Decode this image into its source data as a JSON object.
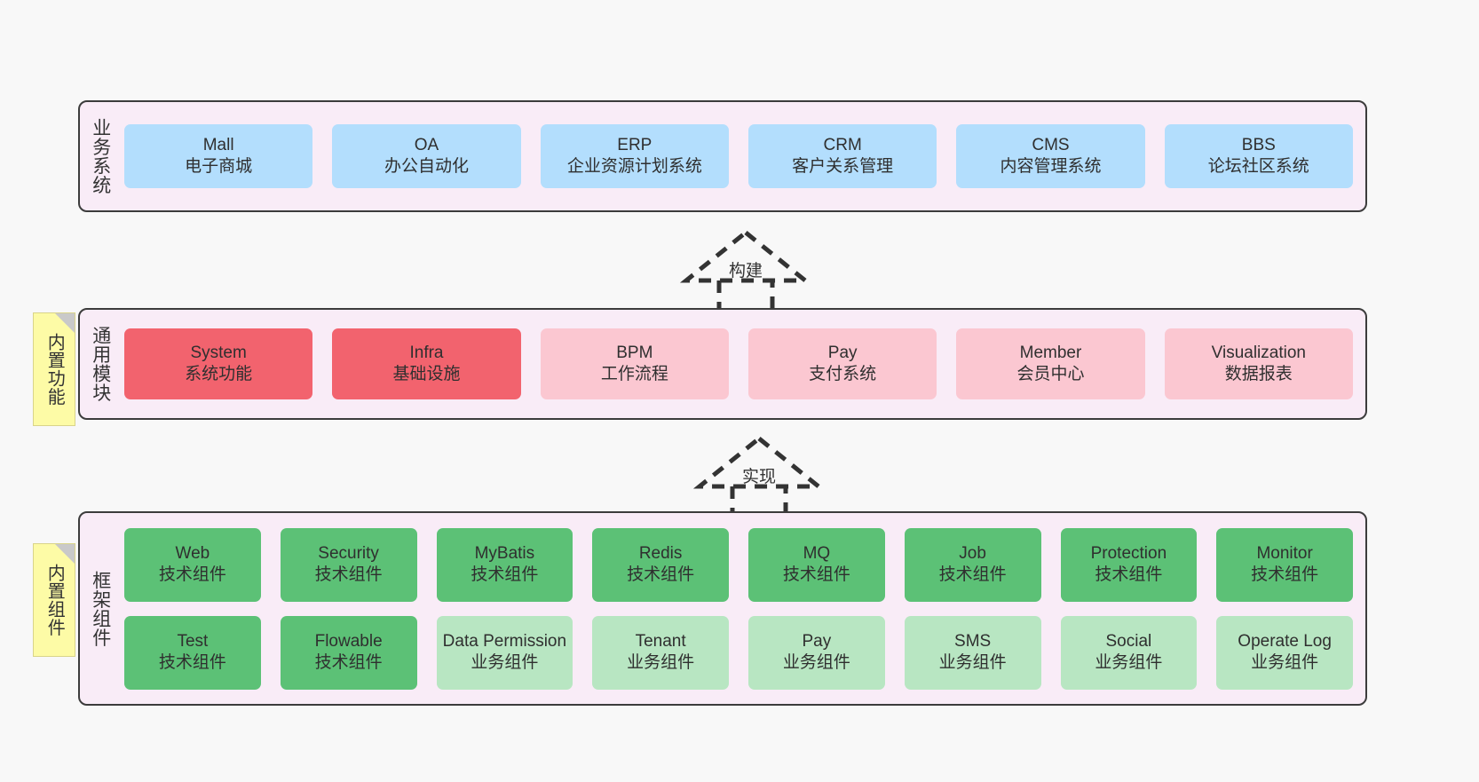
{
  "page": {
    "background": "#f8f8f8",
    "container_bg": "#f9ecf7",
    "container_border": "#3c3c3c"
  },
  "palette": {
    "blue": "#b3defd",
    "red": "#f2636e",
    "pink": "#fbc7d1",
    "green": "#5cc176",
    "green_light": "#b8e6c2",
    "note_yellow": "#fdfba6",
    "note_fold": "#c9c9c9"
  },
  "notes": [
    {
      "id": "builtin-function",
      "text": "内置功能"
    },
    {
      "id": "builtin-component",
      "text": "内置组件"
    }
  ],
  "arrows": [
    {
      "id": "build",
      "label": "构建",
      "style": "dashed-hollow-triangle",
      "direction": "up"
    },
    {
      "id": "implement",
      "label": "实现",
      "style": "dashed-hollow-triangle",
      "direction": "up"
    }
  ],
  "layers": [
    {
      "id": "business-system",
      "title": "业务系统",
      "rows": [
        {
          "cells": [
            {
              "en": "Mall",
              "zh": "电子商城",
              "color": "blue"
            },
            {
              "en": "OA",
              "zh": "办公自动化",
              "color": "blue"
            },
            {
              "en": "ERP",
              "zh": "企业资源计划系统",
              "color": "blue"
            },
            {
              "en": "CRM",
              "zh": "客户关系管理",
              "color": "blue"
            },
            {
              "en": "CMS",
              "zh": "内容管理系统",
              "color": "blue"
            },
            {
              "en": "BBS",
              "zh": "论坛社区系统",
              "color": "blue"
            }
          ]
        }
      ]
    },
    {
      "id": "common-module",
      "title": "通用模块",
      "rows": [
        {
          "cells": [
            {
              "en": "System",
              "zh": "系统功能",
              "color": "red"
            },
            {
              "en": "Infra",
              "zh": "基础设施",
              "color": "red"
            },
            {
              "en": "BPM",
              "zh": "工作流程",
              "color": "pink"
            },
            {
              "en": "Pay",
              "zh": "支付系统",
              "color": "pink"
            },
            {
              "en": "Member",
              "zh": "会员中心",
              "color": "pink"
            },
            {
              "en": "Visualization",
              "zh": "数据报表",
              "color": "pink"
            }
          ]
        }
      ]
    },
    {
      "id": "framework-component",
      "title": "框架组件",
      "rows": [
        {
          "cells": [
            {
              "en": "Web",
              "zh": "技术组件",
              "color": "green"
            },
            {
              "en": "Security",
              "zh": "技术组件",
              "color": "green"
            },
            {
              "en": "MyBatis",
              "zh": "技术组件",
              "color": "green"
            },
            {
              "en": "Redis",
              "zh": "技术组件",
              "color": "green"
            },
            {
              "en": "MQ",
              "zh": "技术组件",
              "color": "green"
            },
            {
              "en": "Job",
              "zh": "技术组件",
              "color": "green"
            },
            {
              "en": "Protection",
              "zh": "技术组件",
              "color": "green"
            },
            {
              "en": "Monitor",
              "zh": "技术组件",
              "color": "green"
            }
          ]
        },
        {
          "cells": [
            {
              "en": "Test",
              "zh": "技术组件",
              "color": "green"
            },
            {
              "en": "Flowable",
              "zh": "技术组件",
              "color": "green"
            },
            {
              "en": "Data Permission",
              "zh": "业务组件",
              "color": "green_light",
              "wrap": true
            },
            {
              "en": "Tenant",
              "zh": "业务组件",
              "color": "green_light"
            },
            {
              "en": "Pay",
              "zh": "业务组件",
              "color": "green_light"
            },
            {
              "en": "SMS",
              "zh": "业务组件",
              "color": "green_light"
            },
            {
              "en": "Social",
              "zh": "业务组件",
              "color": "green_light"
            },
            {
              "en": "Operate Log",
              "zh": "业务组件",
              "color": "green_light"
            }
          ]
        }
      ]
    }
  ]
}
